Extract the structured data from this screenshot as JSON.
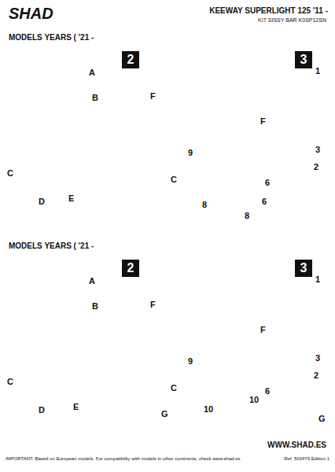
{
  "diagram": {
    "title": "KEEWAY SUPERLIGHT 125 '11 -",
    "nodes": [
      {
        "text": [
          "2"
        ]
      },
      {
        "text": [
          "3"
        ]
      },
      {
        "text": [
          "2"
        ]
      },
      {
        "text": [
          "3"
        ]
      }
    ],
    "labels": [
      "SHAD",
      "KIT SISSY BAR K0SP12SN",
      "MODELS YEARS ( '21 -",
      "A",
      "B",
      "F",
      "C",
      "D",
      "E",
      "1",
      "F",
      "3",
      "2",
      "9",
      "6",
      "C",
      "8",
      "6",
      "8",
      "MODELS YEARS ( '21 -",
      "A",
      "B",
      "F",
      "C",
      "D",
      "E",
      "G",
      "1",
      "F",
      "3",
      "2",
      "9",
      "6",
      "C",
      "10",
      "10",
      "G",
      "WWW.SHAD.ES",
      "IMPORTANT: Based on European models. For compatibility with models in other continents, check www.shad.es",
      "Ref. 500479 Edition 1"
    ]
  }
}
